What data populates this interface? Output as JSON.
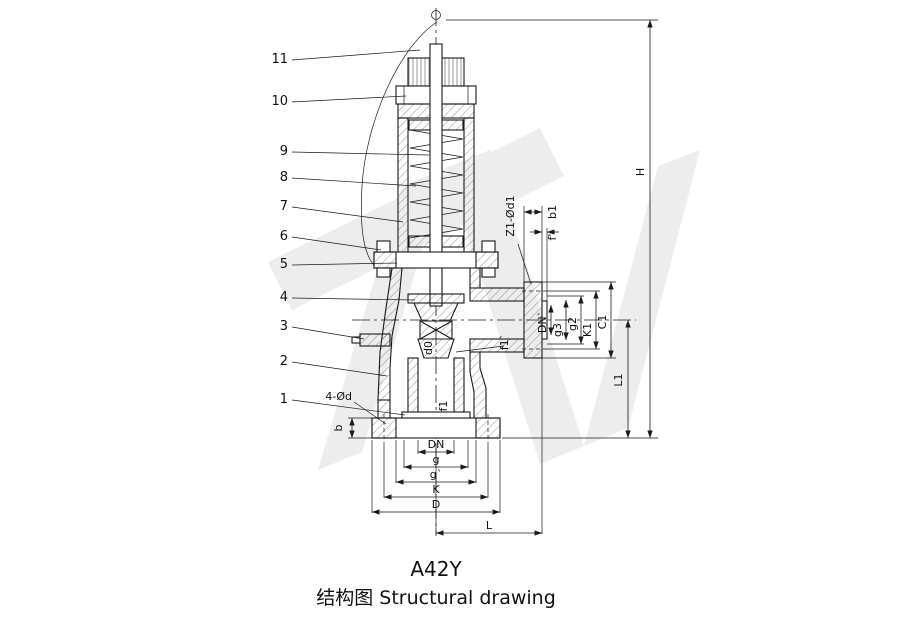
{
  "title": {
    "model": "A42Y",
    "caption": "结构图 Structural drawing"
  },
  "part_labels": [
    "11",
    "10",
    "9",
    "8",
    "7",
    "6",
    "5",
    "4",
    "3",
    "2",
    "1"
  ],
  "dims": {
    "h": "H",
    "l1": "L1",
    "c1": "C1",
    "k1": "K1",
    "g2": "g2",
    "g3": "g3",
    "dn1": "DN`",
    "z1_od1": "Z1-Ød1",
    "b1": "b1",
    "f_prime": "f'",
    "d0": "d0",
    "f1_prime": "f1`",
    "f1": "f1",
    "bolts": "4-Ød",
    "b": "b",
    "dn": "DN",
    "g": "g",
    "g_prime": "g`",
    "k": "K",
    "d": "D",
    "l": "L"
  },
  "colors": {
    "line": "#1a1a1a",
    "watermark": "#ededed",
    "background": "#ffffff"
  }
}
